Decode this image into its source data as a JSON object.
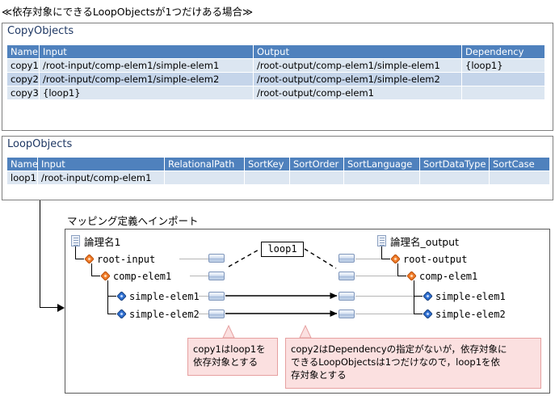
{
  "caption": "≪依存対象にできるLoopObjectsが1つだけある場合≫",
  "copy_objects": {
    "title": "CopyObjects",
    "columns": [
      "Name",
      "Input",
      "Output",
      "Dependency"
    ],
    "rows": [
      [
        "copy1",
        "/root-input/comp-elem1/simple-elem1",
        "/root-output/comp-elem1/simple-elem1",
        "{loop1}"
      ],
      [
        "copy2",
        "/root-input/comp-elem1/simple-elem2",
        "/root-output/comp-elem1/simple-elem2",
        ""
      ],
      [
        "copy3",
        "{loop1}",
        "/root-output/comp-elem1",
        ""
      ]
    ]
  },
  "loop_objects": {
    "title": "LoopObjects",
    "columns": [
      "Name",
      "Input",
      "RelationalPath",
      "SortKey",
      "SortOrder",
      "SortLanguage",
      "SortDataType",
      "SortCase"
    ],
    "rows": [
      [
        "loop1",
        "/root-input/comp-elem1",
        "",
        "",
        "",
        "",
        "",
        ""
      ]
    ]
  },
  "mapping": {
    "title": "マッピング定義へインポート",
    "loop_label": "loop1",
    "input_tree": {
      "root_label": "論理名1",
      "nodes": [
        {
          "label": "root-input",
          "type": "complex"
        },
        {
          "label": "comp-elem1",
          "type": "complex"
        },
        {
          "label": "simple-elem1",
          "type": "simple"
        },
        {
          "label": "simple-elem2",
          "type": "simple"
        }
      ]
    },
    "output_tree": {
      "root_label": "論理名_output",
      "nodes": [
        {
          "label": "root-output",
          "type": "complex"
        },
        {
          "label": "comp-elem1",
          "type": "complex"
        },
        {
          "label": "simple-elem1",
          "type": "simple"
        },
        {
          "label": "simple-elem2",
          "type": "simple"
        }
      ]
    },
    "callouts": [
      "copy1はloop1を\n依存対象とする",
      "copy2はDependencyの指定がないが，依存対象に\nできるLoopObjectsは1つだけなので，loop1を依\n存対象とする"
    ]
  },
  "colors": {
    "header_blue": "#4f81bd",
    "row_light": "#dce6f1",
    "row_dark": "#c5d5ea",
    "callout_bg": "#fbe0e0",
    "callout_border": "#e6a0a0",
    "complex_node": "#f07a28",
    "simple_node": "#2f6fd0"
  }
}
